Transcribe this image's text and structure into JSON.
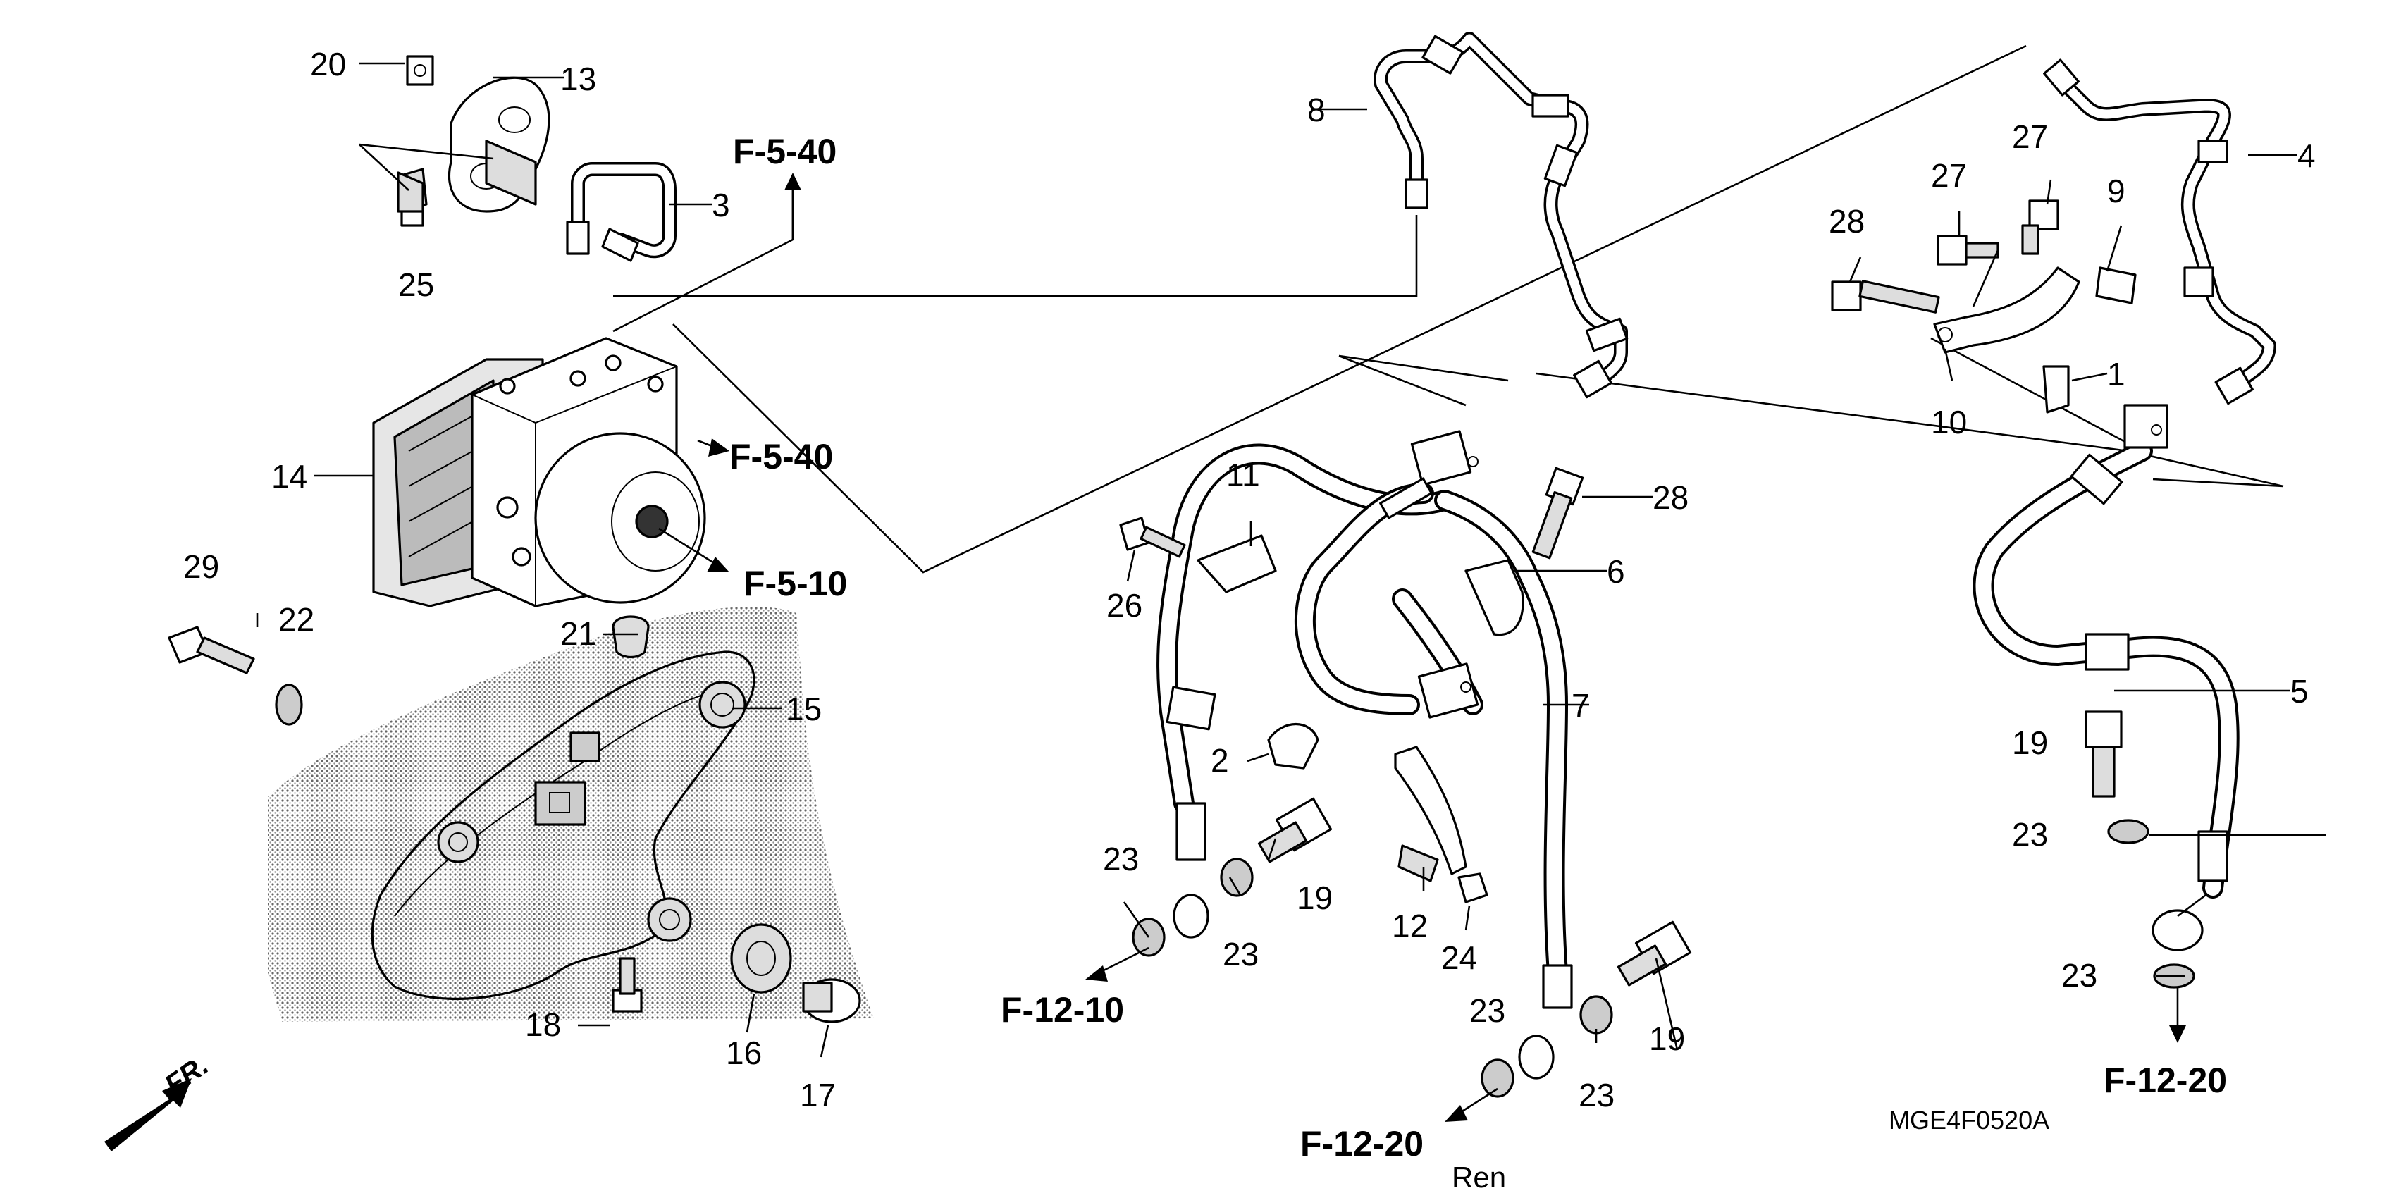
{
  "diagram": {
    "code": "MGE4F0520A",
    "signature": "Ren",
    "direction_label": "FR.",
    "refs": {
      "f540_top": "F-5-40",
      "f540_mid": "F-5-40",
      "f510": "F-5-10",
      "f1210": "F-12-10",
      "f1220_bottom": "F-12-20",
      "f1220_right": "F-12-20"
    },
    "callouts": {
      "c1": "1",
      "c2": "2",
      "c3": "3",
      "c4": "4",
      "c5": "5",
      "c6": "6",
      "c7": "7",
      "c8": "8",
      "c9": "9",
      "c10": "10",
      "c11": "11",
      "c12": "12",
      "c13": "13",
      "c14": "14",
      "c15": "15",
      "c16": "16",
      "c17": "17",
      "c18": "18",
      "c19a": "19",
      "c19b": "19",
      "c19c": "19",
      "c20": "20",
      "c21": "21",
      "c22": "22",
      "c23a": "23",
      "c23b": "23",
      "c23c": "23",
      "c23d": "23",
      "c23e": "23",
      "c23f": "23",
      "c24": "24",
      "c25": "25",
      "c26": "26",
      "c27a": "27",
      "c27b": "27",
      "c28a": "28",
      "c28b": "28",
      "c29": "29"
    }
  }
}
